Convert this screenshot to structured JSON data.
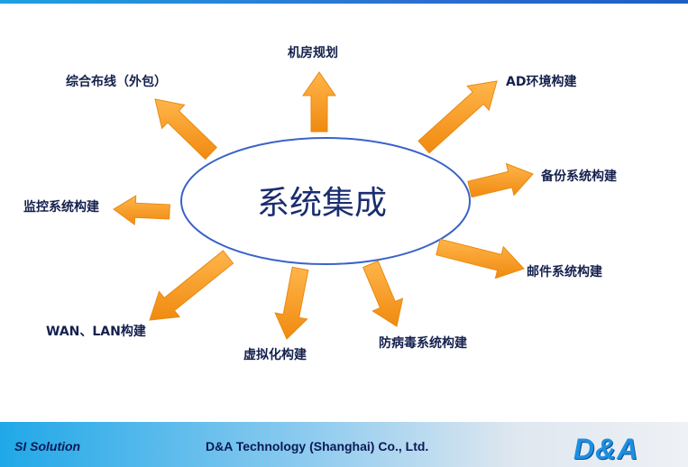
{
  "center": {
    "text": "系统集成"
  },
  "labels": {
    "top": "机房规划",
    "top_left": "综合布线（外包）",
    "top_right": "AD环境构建",
    "right_upper": "备份系统构建",
    "left": "监控系统构建",
    "right_lower": "邮件系统构建",
    "bottom_left": "WAN、LAN构建",
    "bottom_center": "虚拟化构建",
    "bottom_right": "防病毒系统构建"
  },
  "footer": {
    "left_text": "SI  Solution",
    "company": "D&A Technology (Shanghai) Co., Ltd.",
    "logo": "D&A"
  },
  "colors": {
    "arrow": "#f79a1e",
    "ellipse_stroke": "#3a63c8",
    "center_text": "#1a2d6e"
  }
}
